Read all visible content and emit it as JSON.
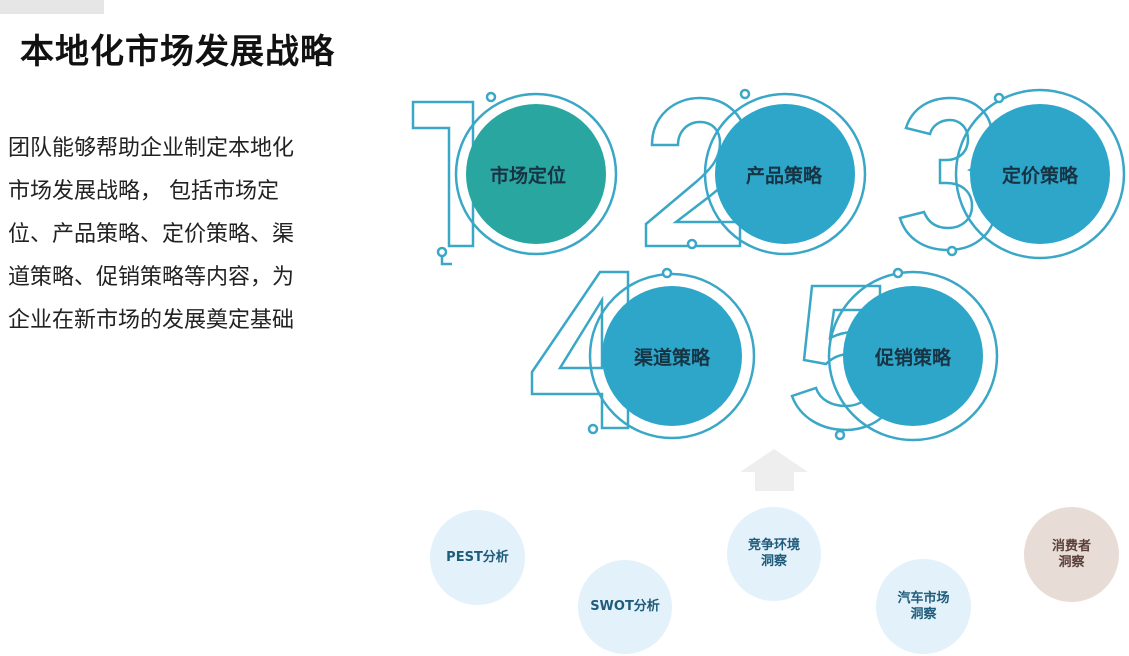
{
  "title": "本地化市场发展战略",
  "description": "团队能够帮助企业制定本地化市场发展战略， 包括市场定位、产品策略、定价策略、渠道策略、促销策略等内容，为企业在新市场的发展奠定基础",
  "steps": [
    {
      "number": "1",
      "label": "市场定位"
    },
    {
      "number": "2",
      "label": "产品策略"
    },
    {
      "number": "3",
      "label": "定价策略"
    },
    {
      "number": "4",
      "label": "渠道策略"
    },
    {
      "number": "5",
      "label": "促销策略"
    }
  ],
  "bubbles": [
    {
      "label": "PEST分析"
    },
    {
      "label": "SWOT分析"
    },
    {
      "label": "竞争环境\n洞察"
    },
    {
      "label": "汽车市场\n洞察"
    },
    {
      "label": "消费者\n洞察"
    }
  ],
  "colors": {
    "step1": "#2aa6a1",
    "step_default": "#2ea6c9",
    "outline": "#3aa7c6",
    "arrow": "#eeeeee",
    "bubble_light": "#e3f1fb",
    "bubble_consumer": "#e8dcd7"
  },
  "icons": {
    "arrow": "up-arrow-icon"
  }
}
